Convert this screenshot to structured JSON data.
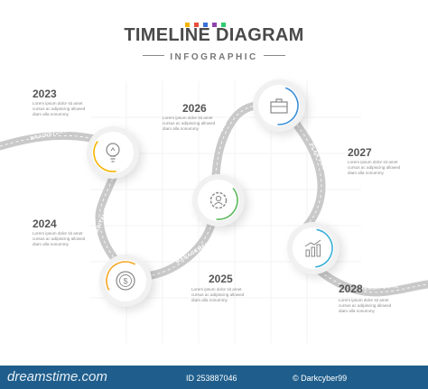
{
  "header": {
    "title": "TIMELINE DIAGRAM",
    "subtitle": "INFOGRAPHIC",
    "accent_colors": [
      "#f5b400",
      "#e94e3c",
      "#3b6fd8",
      "#8e44ad",
      "#2ecc71"
    ]
  },
  "road_labels": {
    "brainstorm": "BRAINSTORM",
    "capitalize": "CAPITALIZE",
    "analysis": "ANALYSIS",
    "management": "MANAGEMENT",
    "plan_project": "PLAN PROJECT",
    "reach_goal": "REACH GOAL"
  },
  "milestones": [
    {
      "year": "2023",
      "text": "Lorem ipsum dolor sit amet cursus ac adipiscing allowed diam alla nonummy",
      "icon": "lightbulb-icon",
      "color": "#f5b400"
    },
    {
      "year": "2024",
      "text": "Lorem ipsum dolor sit amet cursus ac adipiscing allowed diam alla nonummy",
      "icon": "dollar-coin-icon",
      "color": "#f5a623"
    },
    {
      "year": "2025",
      "text": "Lorem ipsum dolor sit amet cursus ac adipiscing allowed diam alla nonummy",
      "icon": "gear-person-icon",
      "color": "#5cb85c"
    },
    {
      "year": "2026",
      "text": "Lorem ipsum dolor sit amet cursus ac adipiscing allowed diam alla nonummy",
      "icon": "briefcase-icon",
      "color": "#3b8ed8"
    },
    {
      "year": "2027",
      "text": "Lorem ipsum dolor sit amet cursus ac adipiscing allowed diam alla nonummy",
      "icon": "",
      "color": ""
    },
    {
      "year": "2028",
      "text": "Lorem ipsum dolor sit amet cursus ac adipiscing allowed diam alla nonummy",
      "icon": "growth-chart-icon",
      "color": "#3ab0d8"
    }
  ],
  "footer": {
    "brand": "dreamstime.com",
    "id_text": "ID 253887046",
    "author_text": "© Darkcyber99"
  }
}
